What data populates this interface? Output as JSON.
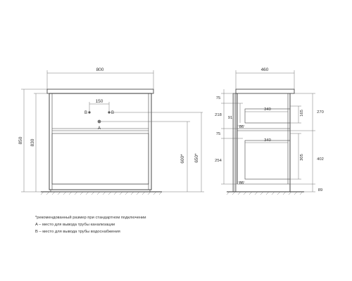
{
  "front_view": {
    "width": "800",
    "total_height": "850",
    "body_height": "830",
    "hole_spacing": "150",
    "point_b_left": "B",
    "point_b_right": "B",
    "point_a": "A",
    "a_height": "600*",
    "b_height": "650*"
  },
  "side_view": {
    "depth": "460",
    "top_offset": "75",
    "upper_section": "218",
    "upper_gap": "91",
    "upper_drawer_width": "340",
    "upper_drawer_height": "165",
    "upper_panel": "270",
    "mid_offset": "86",
    "mid_gap": "75",
    "lower_drawer_width": "340",
    "lower_section": "254",
    "lower_drawer_height": "305",
    "lower_panel": "402",
    "bottom_offset": "86",
    "leg_height": "89"
  },
  "notes": [
    "*рекомендованный размер при стандартном подключении",
    "A – место для вывода трубы канализации",
    "B – место для вывода трубы водоснабжения"
  ]
}
